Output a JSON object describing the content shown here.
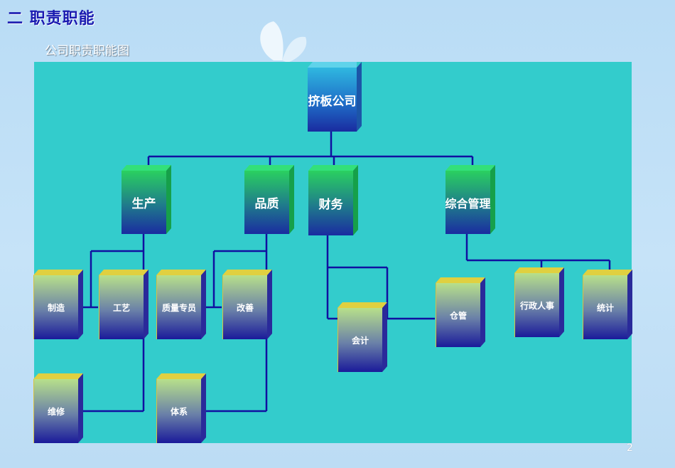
{
  "heading": "二  职责职能",
  "subheading": "公司职责职能图",
  "page_number": "2",
  "colors": {
    "chart_background": "#33cccc",
    "connector": "#1010a0",
    "blue_box_gradient": [
      "#2fb8e0",
      "#1a2ba0"
    ],
    "green_box_gradient": [
      "#2ad060",
      "#1a2ba0"
    ],
    "yellow_box_gradient": [
      "#b8e08a",
      "#1a1a9a"
    ]
  },
  "org_chart": {
    "root": {
      "label": "挤板公司"
    },
    "departments": [
      {
        "label": "生产",
        "children": [
          "制造",
          "工艺",
          "维修"
        ]
      },
      {
        "label": "品质",
        "children": [
          "质量专员",
          "改善",
          "体系"
        ]
      },
      {
        "label": "财务",
        "children": [
          "会计",
          "仓管"
        ]
      },
      {
        "label": "综合管理",
        "children": [
          "行政人事",
          "统计"
        ]
      }
    ]
  }
}
